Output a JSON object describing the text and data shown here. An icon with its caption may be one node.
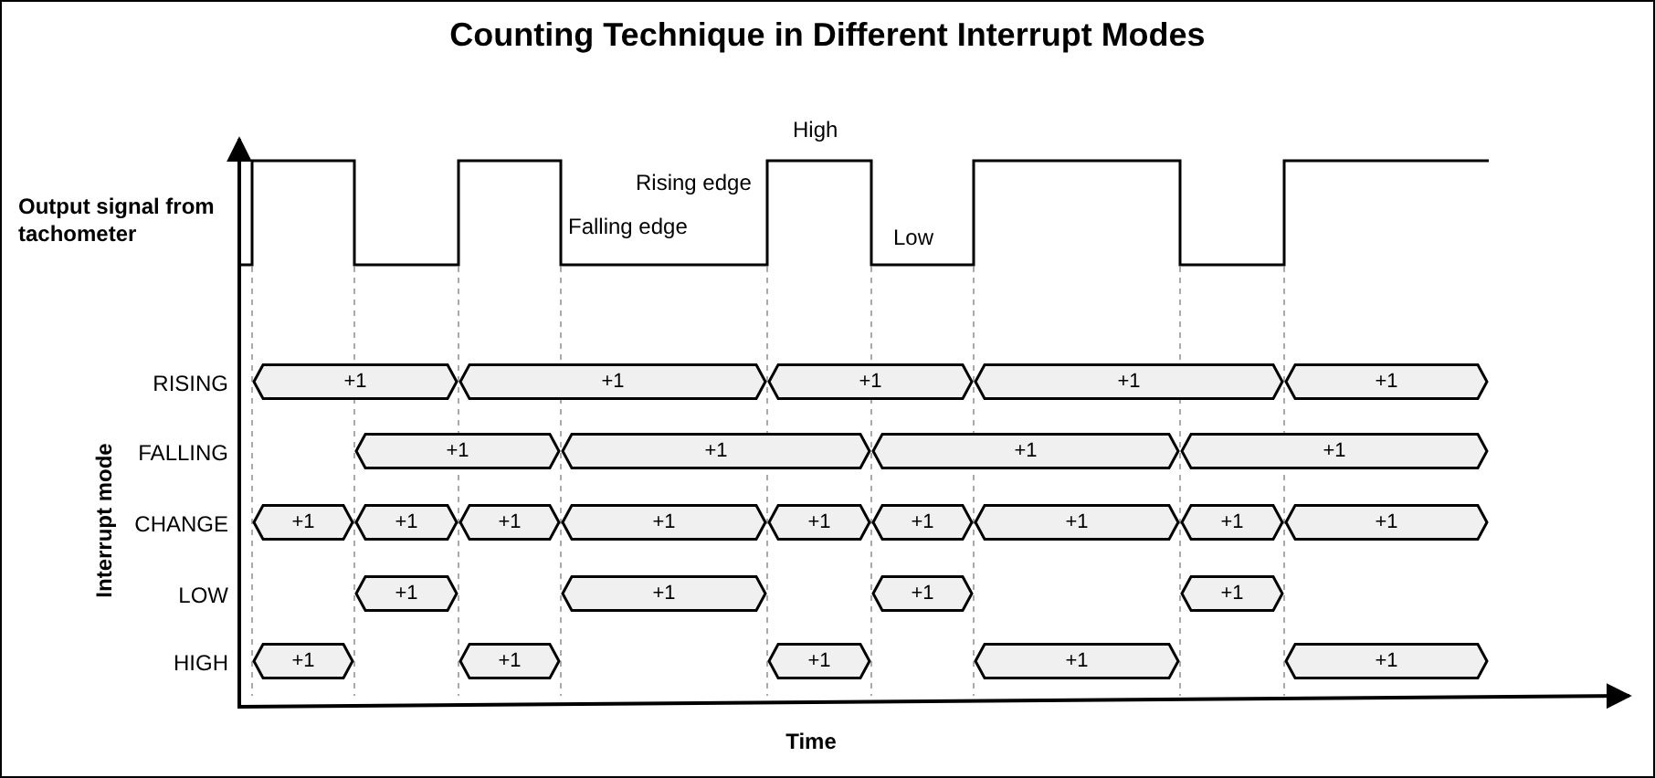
{
  "diagram": {
    "title": "Counting Technique in Different Interrupt Modes",
    "nodes": [
      {
        "text": [
          "+1"
        ]
      },
      {
        "text": [
          "+1"
        ]
      },
      {
        "text": [
          "+1"
        ]
      },
      {
        "text": [
          "+1"
        ]
      },
      {
        "text": [
          "+1"
        ]
      },
      {
        "text": [
          "+1"
        ]
      },
      {
        "text": [
          "+1"
        ]
      },
      {
        "text": [
          "+1"
        ]
      },
      {
        "text": [
          "+1"
        ]
      },
      {
        "text": [
          "+1"
        ]
      },
      {
        "text": [
          "+1"
        ]
      },
      {
        "text": [
          "+1"
        ]
      },
      {
        "text": [
          "+1"
        ]
      },
      {
        "text": [
          "+1"
        ]
      },
      {
        "text": [
          "+1"
        ]
      },
      {
        "text": [
          "+1"
        ]
      },
      {
        "text": [
          "+1"
        ]
      },
      {
        "text": [
          "+1"
        ]
      },
      {
        "text": [
          "+1"
        ]
      },
      {
        "text": [
          "+1"
        ]
      },
      {
        "text": [
          "+1"
        ]
      },
      {
        "text": [
          "+1"
        ]
      },
      {
        "text": [
          "+1"
        ]
      },
      {
        "text": [
          "+1"
        ]
      },
      {
        "text": [
          "+1"
        ]
      },
      {
        "text": [
          "+1"
        ]
      },
      {
        "text": [
          "+1"
        ]
      }
    ],
    "labels": [
      "High",
      "Rising edge",
      "Output signal from tachometer",
      "Falling edge",
      "Low",
      "RISING",
      "FALLING",
      "CHANGE",
      "LOW",
      "HIGH",
      "Interrupt mode",
      "Time"
    ]
  }
}
